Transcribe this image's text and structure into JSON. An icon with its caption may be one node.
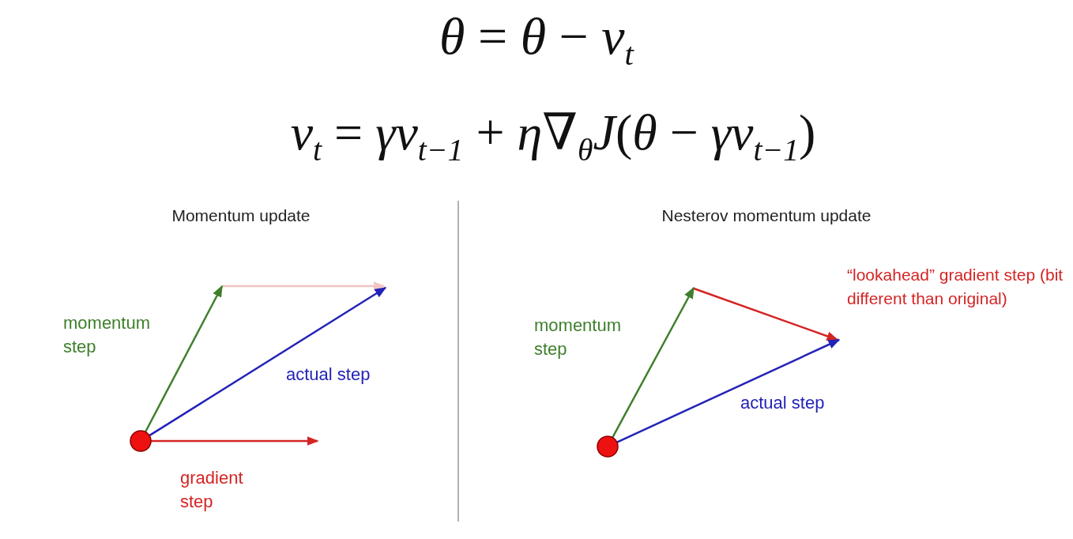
{
  "diagram": {
    "nodes": [
      {
        "text": [],
        "shape": "circle"
      },
      {
        "text": [],
        "shape": "circle"
      }
    ],
    "edges": [
      {
        "from": 0,
        "to": null,
        "arrow": "to",
        "label": "momentum step",
        "color": "#3f7f2c"
      },
      {
        "from": 0,
        "to": null,
        "arrow": "to",
        "label": "actual step",
        "color": "#2323b8"
      },
      {
        "from": 0,
        "to": null,
        "arrow": "to",
        "label": "gradient step",
        "color": "#d42424"
      },
      {
        "from": 1,
        "to": null,
        "arrow": "to",
        "label": "momentum step",
        "color": "#3f7f2c"
      },
      {
        "from": 1,
        "to": null,
        "arrow": "to",
        "label": "actual step",
        "color": "#2323b8"
      }
    ],
    "labels": [
      "*θ* = *θ* − *v*$_{t}$",
      "*v*$_{t}$ = *γv*$_{t−1}$ + *η*∇$_{θ}$*J*(*θ* − *γv*$_{t−1}$)",
      "Momentum update",
      "Nesterov momentum update",
      "“lookahead” gradient step (bit different than original)"
    ]
  }
}
